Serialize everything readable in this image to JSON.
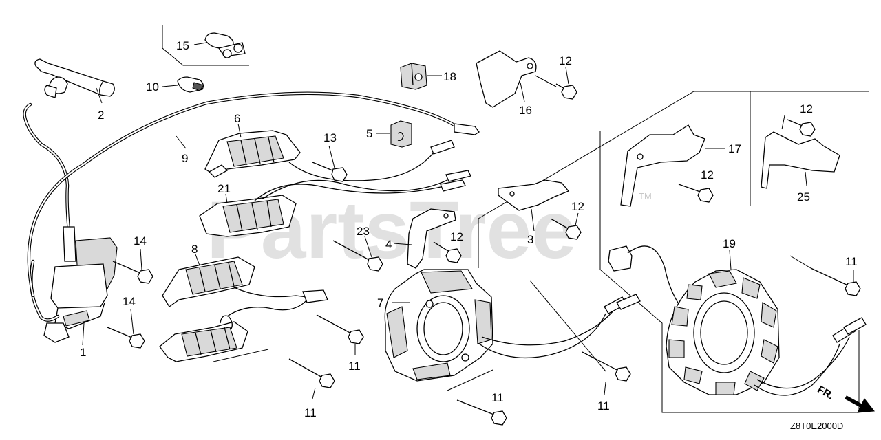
{
  "watermark": {
    "text": "PartsTree",
    "tm": "TM"
  },
  "diagram_code": "Z8T0E2000D",
  "direction_label": "FR.",
  "labels": {
    "p1": "1",
    "p2": "2",
    "p3": "3",
    "p4": "4",
    "p5": "5",
    "p6": "6",
    "p7": "7",
    "p8": "8",
    "p9": "9",
    "p10": "10",
    "p12a": "12",
    "p12b": "12",
    "p12c": "12",
    "p12d": "12",
    "p12e": "12",
    "p13": "13",
    "p14a": "14",
    "p14b": "14",
    "p15": "15",
    "p16": "16",
    "p17": "17",
    "p18": "18",
    "p19": "19",
    "p21": "21",
    "p23": "23",
    "p25": "25",
    "p11a": "11",
    "p11b": "11",
    "p11c": "11",
    "p11d": "11",
    "p11e": "11"
  }
}
